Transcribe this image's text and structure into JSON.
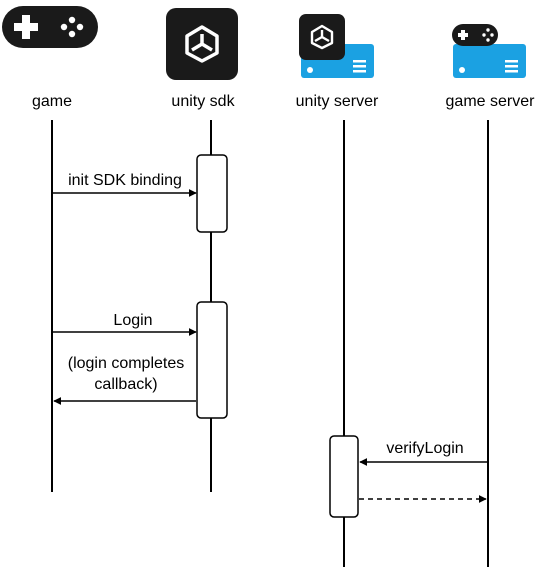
{
  "participants": {
    "game": {
      "label": "game",
      "icon": "gamepad-icon"
    },
    "unity_sdk": {
      "label": "unity sdk",
      "icon": "unity-logo-icon"
    },
    "unity_server": {
      "label": "unity server",
      "icon": "unity-server-icon"
    },
    "game_server": {
      "label": "game server",
      "icon": "game-server-icon"
    }
  },
  "messages": {
    "init_sdk": "init SDK binding",
    "login": "Login",
    "login_callback_line1": "(login completes",
    "login_callback_line2": "callback)",
    "verify_login": "verifyLogin"
  },
  "colors": {
    "icon_dark": "#1a1a1a",
    "server_blue": "#1ba1e2",
    "line": "#000000"
  }
}
